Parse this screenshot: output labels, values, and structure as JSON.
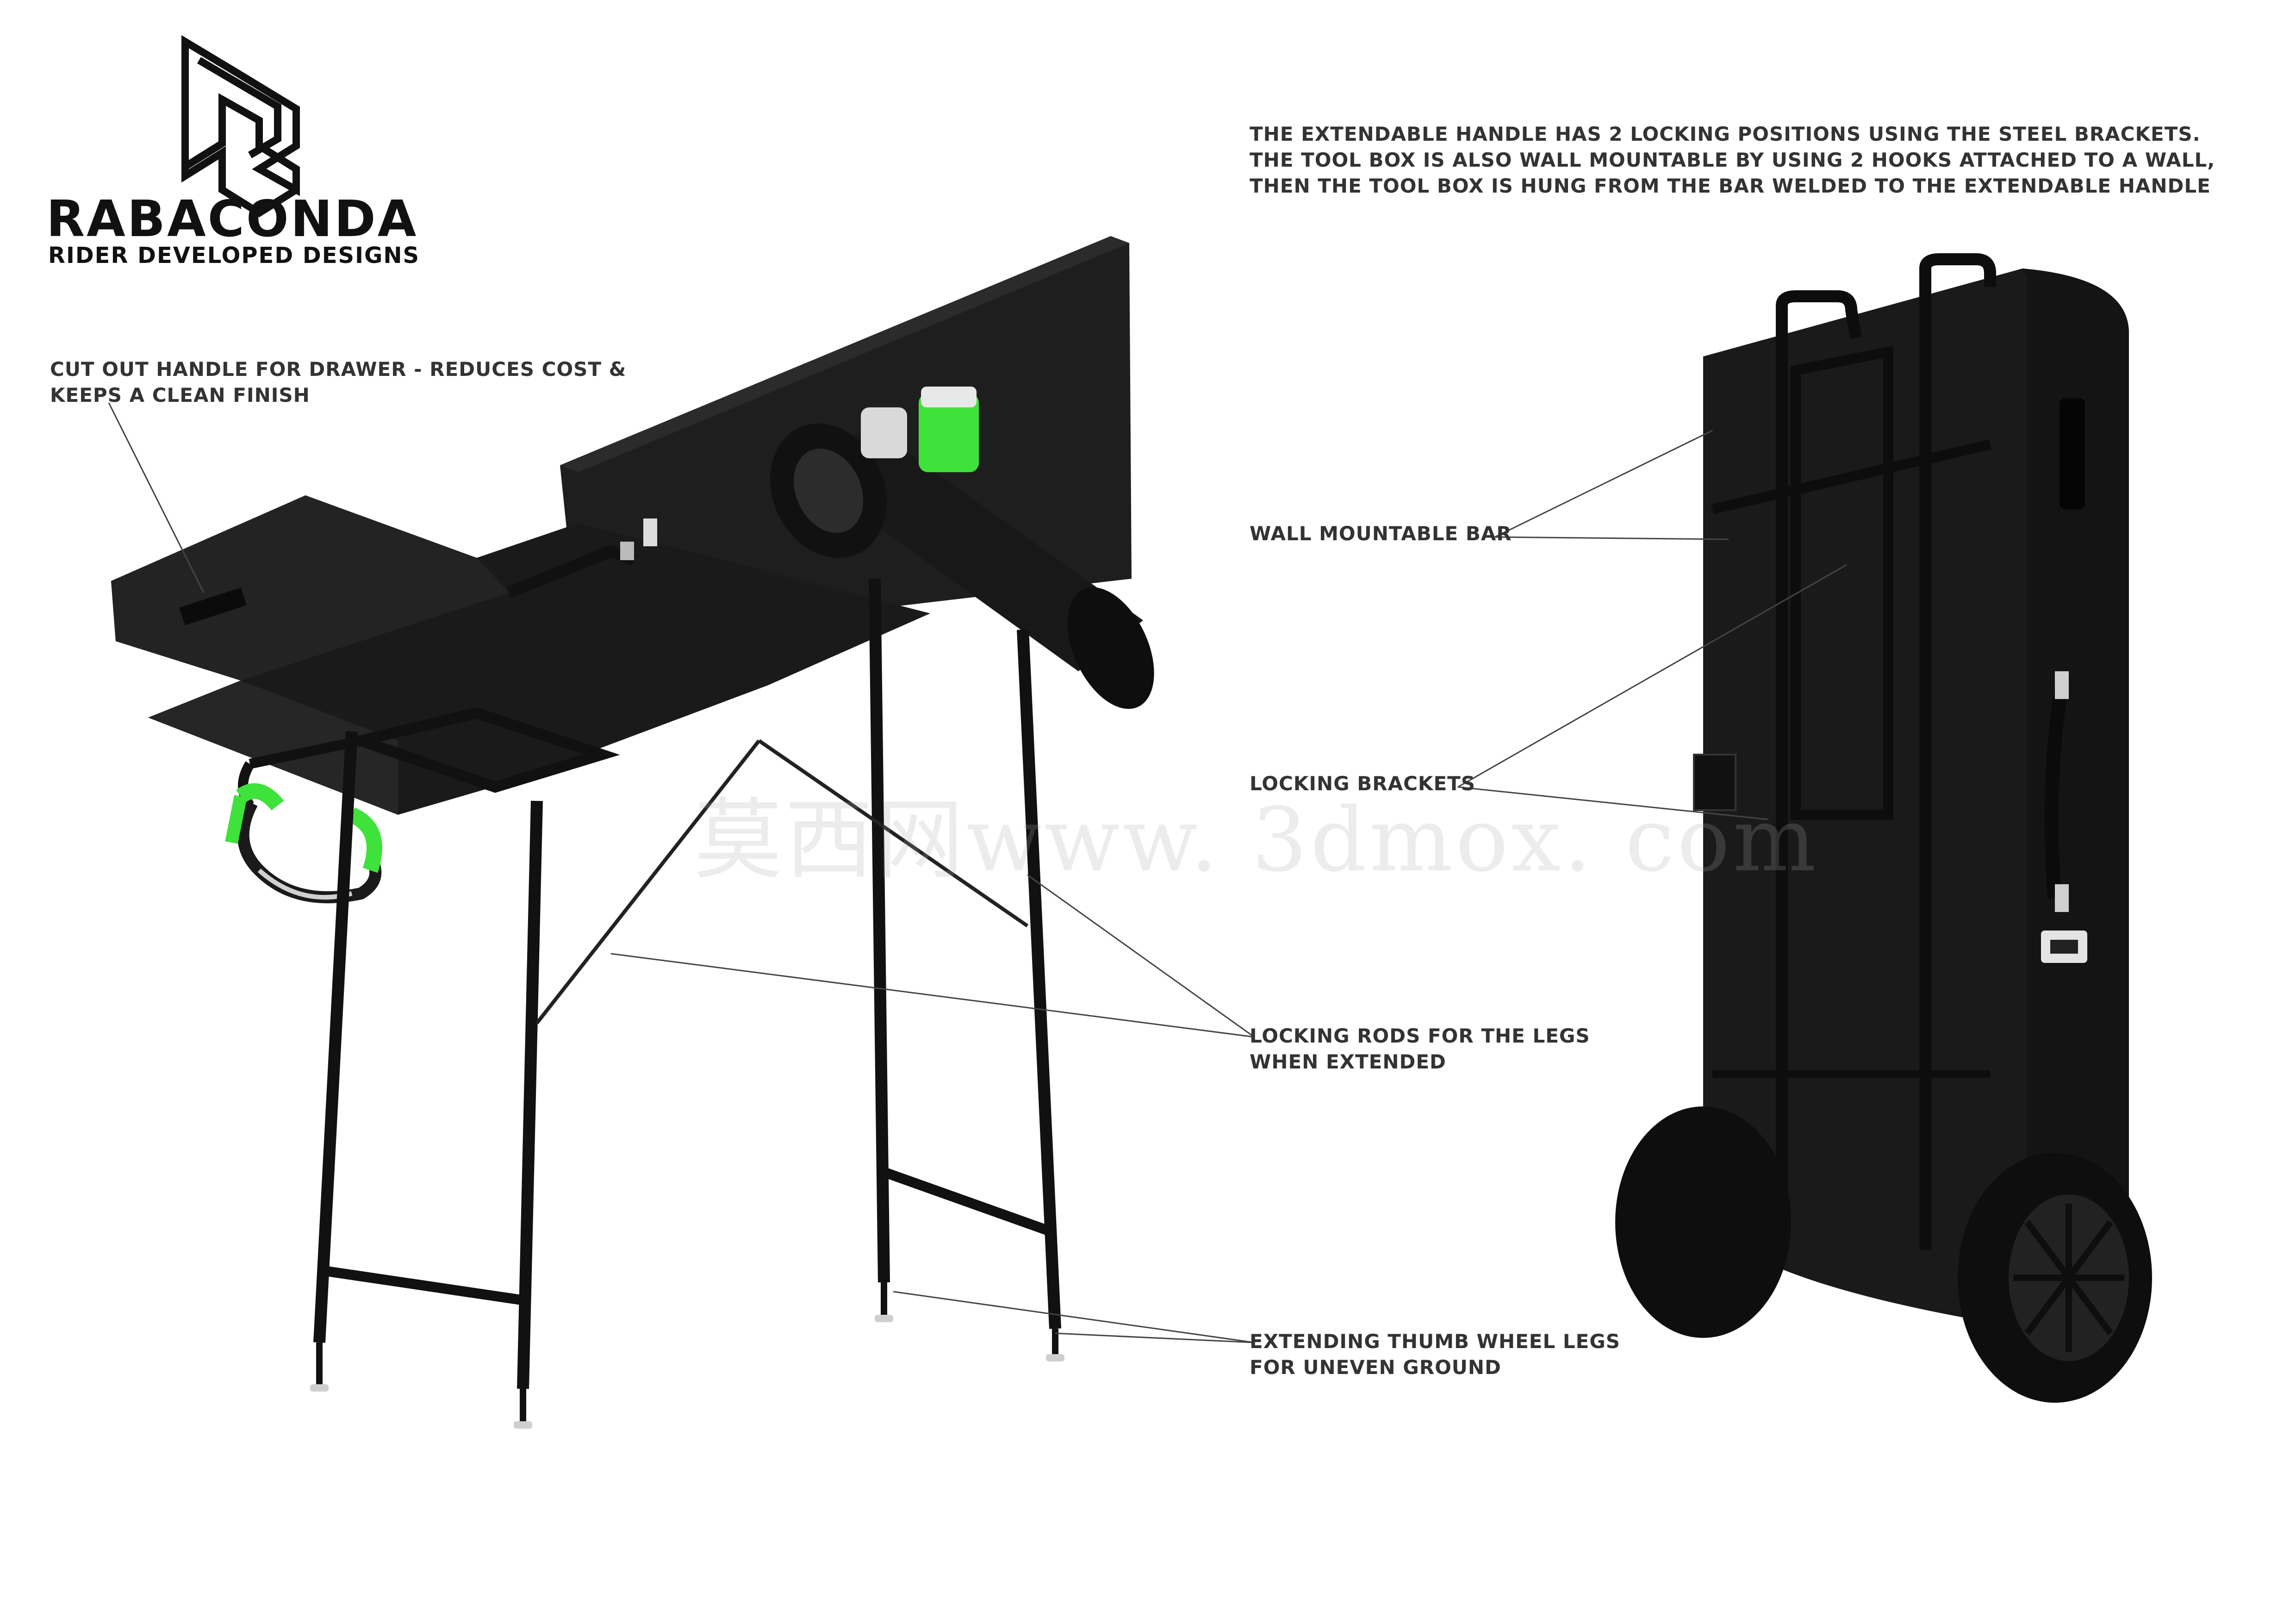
{
  "brand": {
    "name": "RABACONDA",
    "tagline": "RIDER DEVELOPED DESIGNS",
    "logo": "rabaconda-r-logo"
  },
  "header_note": {
    "lines": [
      "THE EXTENDABLE HANDLE HAS 2 LOCKING POSITIONS USING THE STEEL BRACKETS.",
      "THE TOOL BOX IS ALSO WALL MOUNTABLE BY USING 2 HOOKS ATTACHED TO A WALL,",
      "THEN THE TOOL BOX IS HUNG FROM THE BAR WELDED TO THE EXTENDABLE HANDLE"
    ]
  },
  "callouts": {
    "drawer_handle": [
      "CUT OUT HANDLE FOR DRAWER - REDUCES COST &",
      "KEEPS  A CLEAN FINISH"
    ],
    "wall_bar": [
      "WALL MOUNTABLE BAR"
    ],
    "locking_brackets": [
      "LOCKING BRACKETS"
    ],
    "locking_rods": [
      "LOCKING RODS FOR THE LEGS",
      "WHEN EXTENDED"
    ],
    "thumb_wheel_legs": [
      "EXTENDING THUMB WHEEL LEGS",
      "FOR UNEVEN GROUND"
    ]
  },
  "watermark": "莫西网www. 3dmox. com",
  "colors": {
    "product": "#1b1b1b",
    "accent_green": "#3fe23a",
    "leader_line": "#444444",
    "text": "#333333"
  }
}
